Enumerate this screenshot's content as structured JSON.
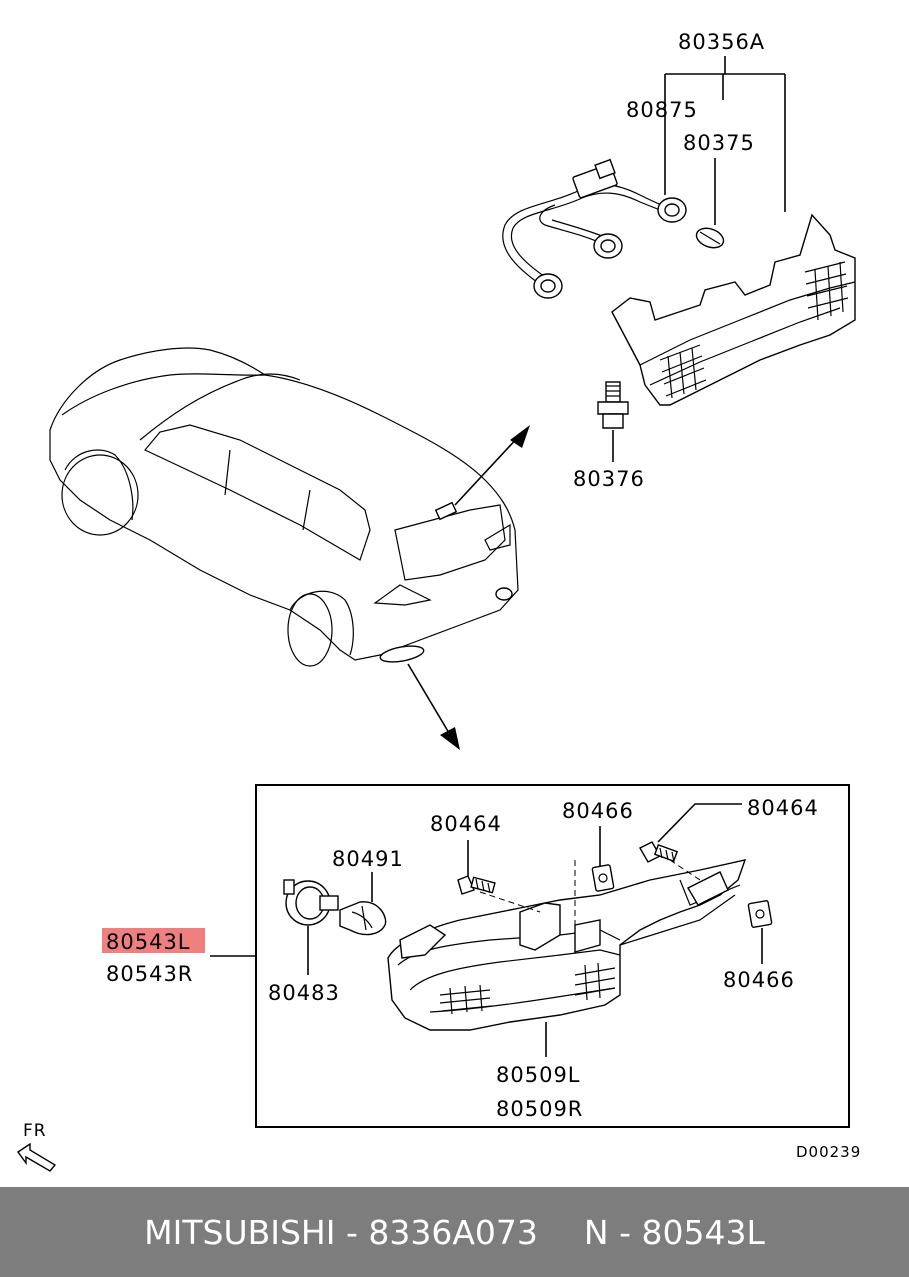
{
  "diagram": {
    "labels": {
      "assy_high_stop": "80356A",
      "socket": "80875",
      "bulb_small": "80375",
      "bolt": "80376",
      "lamp_left": "80543L",
      "lamp_right": "80543R",
      "clip_top": "80464",
      "clip_right": "80464",
      "nut_top": "80466",
      "nut_right": "80466",
      "bulb": "80491",
      "bulb_socket": "80483",
      "lens_left": "80509L",
      "lens_right": "80509R"
    },
    "front_indicator": "FR",
    "diagram_code": "D00239"
  },
  "highlight_color": "#f08080",
  "footer": {
    "brand_part": "MITSUBISHI - 8336A073",
    "ref": "N - 80543L"
  }
}
